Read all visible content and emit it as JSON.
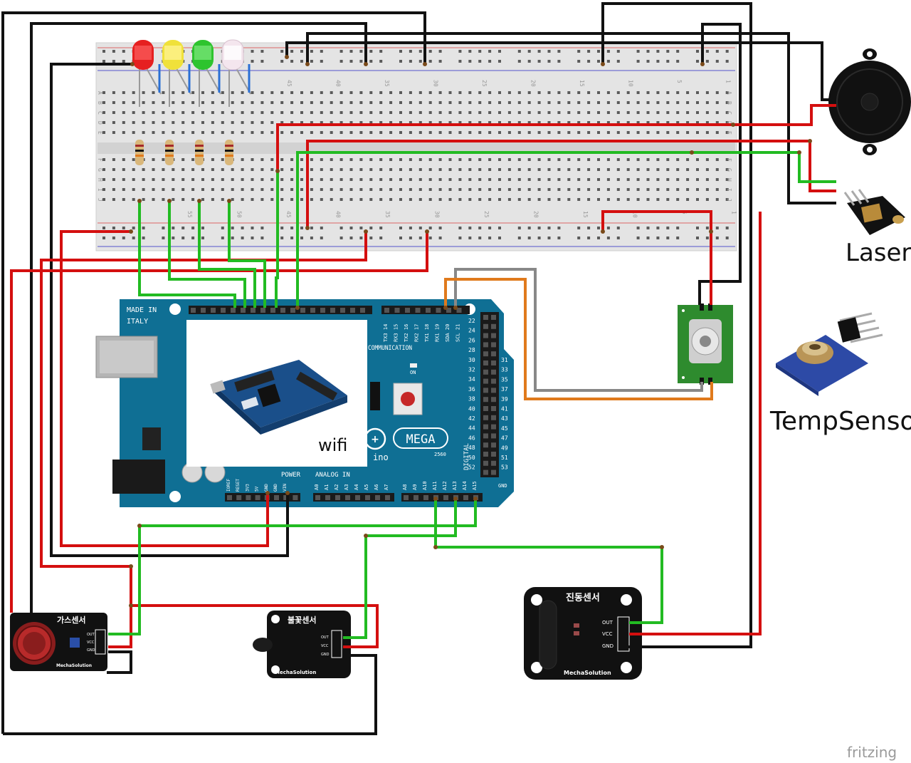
{
  "diagram": {
    "watermark": "fritzing",
    "labels": {
      "laser": "Laser",
      "temp_sensor": "TempSensor",
      "wifi": "wifi"
    },
    "arduino": {
      "made_in": "MADE IN",
      "italy": "ITALY",
      "communication": "COMMUNICATION",
      "mega": "MEGA",
      "model": "2560",
      "brand_suffix": "ino",
      "on": "ON",
      "power": "POWER",
      "analog_in": "ANALOG IN",
      "digital": "DIGITAL",
      "gnd": "GND",
      "comm_pins": [
        "TX3 14",
        "RX3 15",
        "TX2 16",
        "RX2 17",
        "TX1 18",
        "RX1 19",
        "SDA 20",
        "SCL 21"
      ],
      "power_pins": [
        "IOREF",
        "RESET",
        "3V3",
        "5V",
        "GND",
        "GND",
        "VIN"
      ],
      "analog_pins": [
        "A0",
        "A1",
        "A2",
        "A3",
        "A4",
        "A5",
        "A6",
        "A7",
        "A8",
        "A9",
        "A10",
        "A11",
        "A12",
        "A13",
        "A14",
        "A15"
      ],
      "digital_left": [
        "22",
        "24",
        "26",
        "28",
        "30",
        "32",
        "34",
        "36",
        "38",
        "40",
        "42",
        "44",
        "46",
        "48",
        "50",
        "52"
      ],
      "digital_right": [
        "31",
        "33",
        "35",
        "37",
        "39",
        "41",
        "43",
        "45",
        "47",
        "49",
        "51",
        "53"
      ]
    },
    "breadboard": {
      "row_letters": [
        "A",
        "B",
        "C",
        "D",
        "E",
        "F",
        "G",
        "H",
        "I",
        "J"
      ],
      "column_numbers": [
        "45",
        "40",
        "35",
        "30",
        "25",
        "20",
        "15",
        "10",
        "5",
        "1"
      ],
      "bottom_numbers": [
        "55",
        "50",
        "45",
        "40",
        "35",
        "30",
        "25",
        "20",
        "15",
        "10",
        "5",
        "1"
      ]
    },
    "gas_sensor": {
      "title": "가스센서",
      "pins": [
        "OUT",
        "VCC",
        "GND"
      ],
      "brand": "MechaSolution"
    },
    "flame_sensor": {
      "title": "불꽃센서",
      "pins": [
        "OUT",
        "VCC",
        "GND"
      ],
      "brand": "MechaSolution"
    },
    "vibration_sensor": {
      "title": "진동센서",
      "pins": [
        "OUT",
        "VCC",
        "GND"
      ],
      "brand": "MechaSolution"
    },
    "colors": {
      "wire_red": "#d40f0f",
      "wire_black": "#111111",
      "wire_green": "#22bb22",
      "wire_gray": "#888888",
      "wire_orange": "#e07a1c",
      "board_teal": "#0f6f94",
      "breadboard": "#e6e6e6",
      "module_green": "#2e8b2e",
      "module_black": "#111111"
    }
  }
}
